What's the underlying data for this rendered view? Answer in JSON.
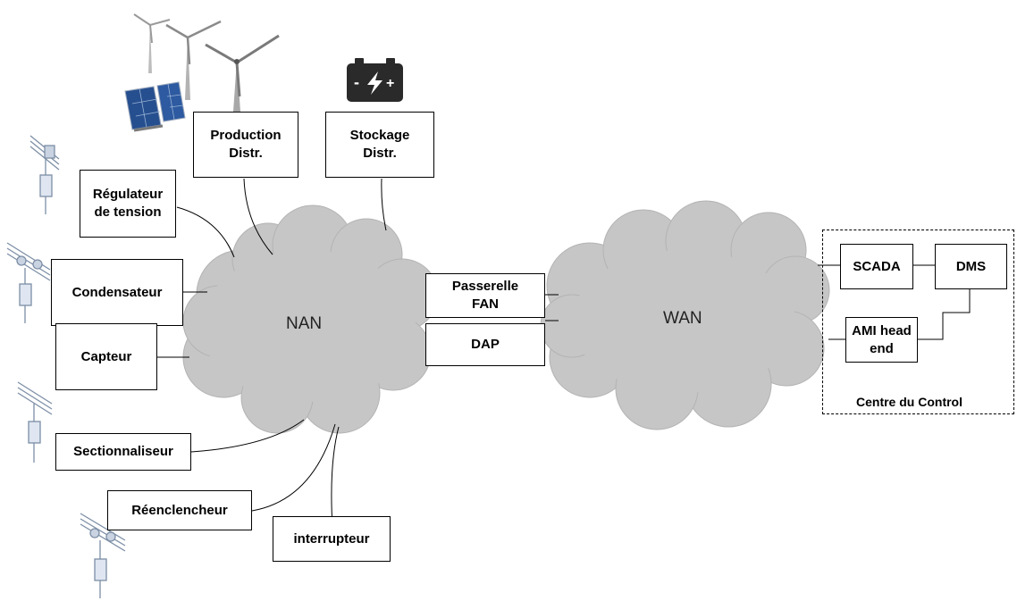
{
  "colors": {
    "cloud_fill": "#c6c6c6",
    "cloud_stroke": "#b3b3b3",
    "line": "#000000"
  },
  "clouds": {
    "nan": "NAN",
    "wan": "WAN"
  },
  "nodes": {
    "production": "Production\nDistr.",
    "stockage": "Stockage\nDistr.",
    "regulateur": "Régulateur\nde tension",
    "condensateur": "Condensateur",
    "capteur": "Capteur",
    "sectionnaliseur": "Sectionnaliseur",
    "reenclencheur": "Réenclencheur",
    "interrupteur": "interrupteur",
    "passerelle": "Passerelle\nFAN",
    "dap": "DAP",
    "scada": "SCADA",
    "dms": "DMS",
    "ami": "AMI head\nend"
  },
  "control_center": "Centre du Control",
  "battery_symbols": {
    "minus": "-",
    "plus": "+"
  },
  "icons": [
    "wind-turbine-icon",
    "solar-panel-icon",
    "battery-icon",
    "power-line-equipment-icon"
  ]
}
